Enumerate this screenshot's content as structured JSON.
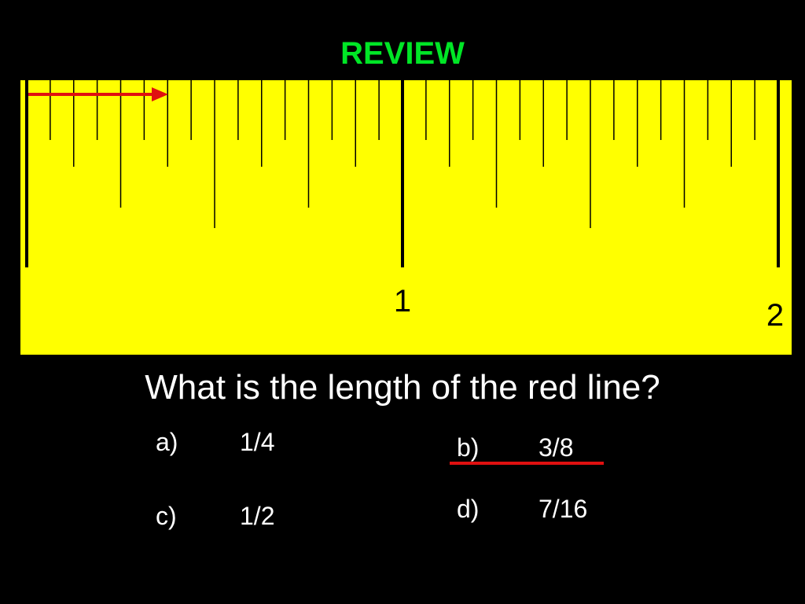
{
  "title": "REVIEW",
  "ruler": {
    "units": [
      "1",
      "2"
    ],
    "subdivisions_per_unit": 16,
    "arrow_length": "3/8",
    "colors": {
      "body": "#ffff00",
      "ticks": "#000000",
      "arrow": "#e01010"
    }
  },
  "question": "What is the length of the red line?",
  "answers": [
    {
      "letter": "a)",
      "value": "1/4"
    },
    {
      "letter": "b)",
      "value": "3/8",
      "marked": true
    },
    {
      "letter": "c)",
      "value": "1/2"
    },
    {
      "letter": "d)",
      "value": "7/16"
    }
  ],
  "colors": {
    "background": "#000000",
    "title": "#00e626",
    "text": "#ffffff",
    "marker": "#e01010"
  }
}
